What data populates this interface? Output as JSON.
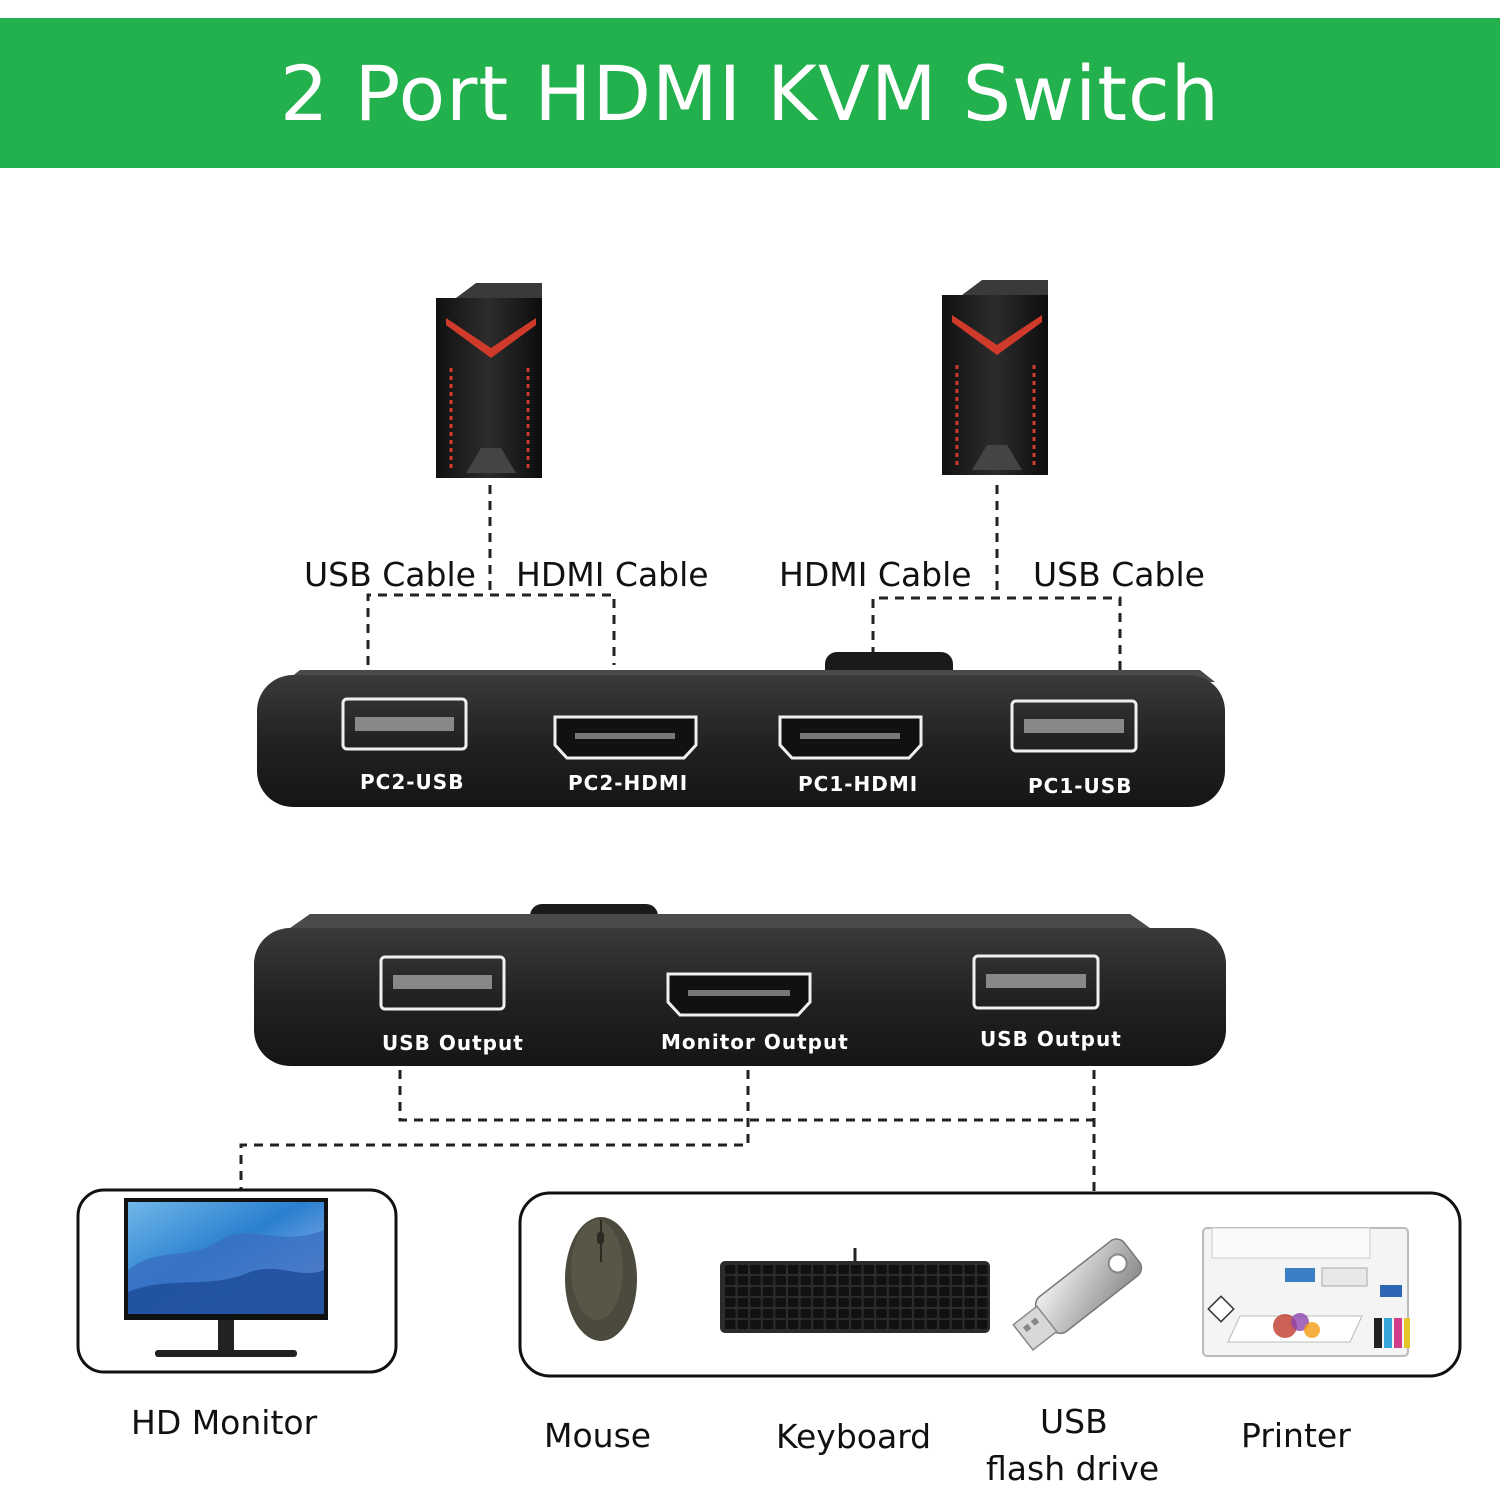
{
  "title": "2 Port HDMI KVM Switch",
  "cables": {
    "left_usb": "USB Cable",
    "left_hdmi": "HDMI Cable",
    "right_hdmi": "HDMI Cable",
    "right_usb": "USB Cable"
  },
  "front_ports": [
    "PC2-USB",
    "PC2-HDMI",
    "PC1-HDMI",
    "PC1-USB"
  ],
  "back_ports": [
    "USB Output",
    "Monitor Output",
    "USB Output"
  ],
  "devices": {
    "monitor": "HD Monitor",
    "mouse": "Mouse",
    "keyboard": "Keyboard",
    "usb_line1": "USB",
    "usb_line2": "flash drive",
    "printer": "Printer"
  },
  "colors": {
    "banner": "#22b14c",
    "switch_body": "#2a2a2a",
    "pc_accent": "#d03a2a"
  },
  "icons": [
    "pc-tower-icon",
    "kvm-switch-icon",
    "monitor-icon",
    "mouse-icon",
    "keyboard-icon",
    "usb-flash-drive-icon",
    "printer-icon"
  ]
}
